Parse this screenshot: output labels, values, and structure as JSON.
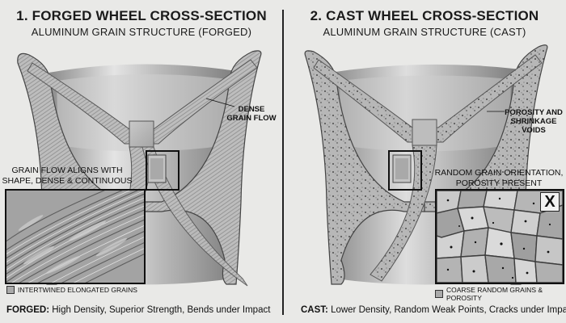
{
  "forged": {
    "title": "1. FORGED WHEEL CROSS-SECTION",
    "subtitle": "ALUMINUM GRAIN STRUCTURE (FORGED)",
    "callout_line1": "DENSE",
    "callout_line2": "GRAIN FLOW",
    "note_line1": "GRAIN FLOW ALIGNS WITH",
    "note_line2": "SHAPE, DENSE & CONTINUOUS",
    "legend": "INTERTWINED ELONGATED GRAINS",
    "caption_bold": "FORGED:",
    "caption_text": " High Density, Superior Strength, Bends under Impact"
  },
  "cast": {
    "title": "2. CAST WHEEL CROSS-SECTION",
    "subtitle": "ALUMINUM GRAIN STRUCTURE (CAST)",
    "callout_line1": "POROSITY AND",
    "callout_line2": "SHRINKAGE VOIDS",
    "note_line1": "RANDOM GRAIN ORIENTATION,",
    "note_line2": "POROSITY PRESENT",
    "x_mark": "X",
    "legend": "COARSE RANDOM GRAINS & POROSITY",
    "caption_bold": "CAST:",
    "caption_text": " Lower Density, Random Weak Points, Cracks under Impact"
  },
  "colors": {
    "background": "#e9e9e7",
    "metal_light": "#d6d6d6",
    "metal_dark": "#8f8f8f",
    "outline": "#111111"
  }
}
